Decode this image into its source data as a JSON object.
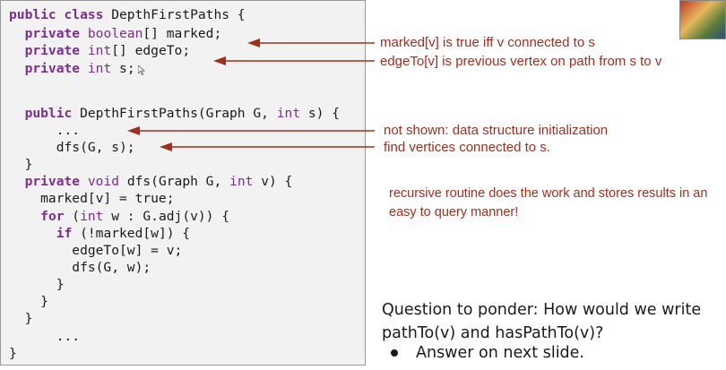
{
  "code": {
    "lines": [
      "public class DepthFirstPaths {",
      "  private boolean[] marked;",
      "  private int[] edgeTo;",
      "  private int s;",
      "",
      "  public DepthFirstPaths(Graph G, int s) {",
      "      ...",
      "      dfs(G, s);",
      "  }",
      "  private void dfs(Graph G, int v) {",
      "    marked[v] = true;",
      "    for (int w : G.adj(v)) {",
      "      if (!marked[w]) {",
      "        edgeTo[w] = v;",
      "        dfs(G, w);",
      "      }",
      "    }",
      "  }",
      "      ...",
      "}"
    ]
  },
  "annotations": {
    "marked": "marked[v] is true iff v connected to s",
    "edgeto": "edgeTo[v] is previous vertex on path from s to v",
    "init": "not shown: data structure initialization",
    "dfs": "find vertices connected to s.",
    "recursive": "recursive routine does the work and stores results in an easy to query manner!"
  },
  "question": {
    "text": "Question to ponder: How would we write pathTo(v) and hasPathTo(v)?",
    "bullet": "Answer on next slide."
  },
  "colors": {
    "annotation": "#a0301e",
    "keyword": "#7a2e8e",
    "code_bg": "#f2f2f2"
  }
}
